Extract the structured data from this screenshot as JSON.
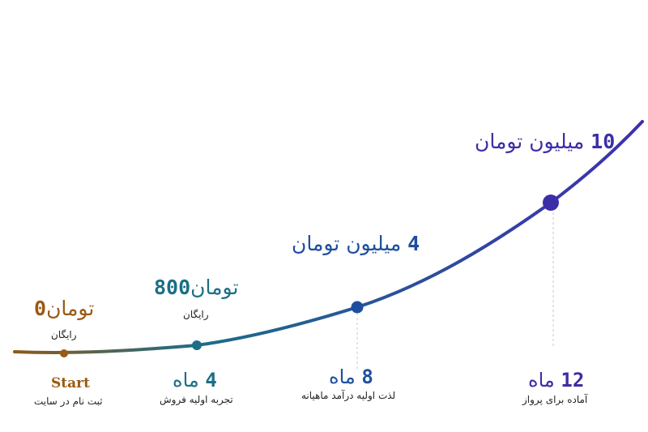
{
  "milestones": [
    {
      "amount_num": "0",
      "amount_unit": "تومان",
      "amount_note": "رایگان",
      "time_label": "Start",
      "time_desc": "ثبت نام در سایت",
      "color": "#9a5a12"
    },
    {
      "amount_num": "800",
      "amount_unit": "تومان",
      "amount_note": "رایگان",
      "time_num": "4",
      "time_unit": "ماه",
      "time_desc": "تجربه اولیه فروش",
      "color": "#1a6f86"
    },
    {
      "amount_num": "4",
      "amount_unit": "میلیون تومان",
      "time_num": "8",
      "time_unit": "ماه",
      "time_desc": "لذت اولیه درآمد ماهیانه",
      "color": "#1e4f9e"
    },
    {
      "amount_num": "10",
      "amount_unit": "میلیون تومان",
      "time_num": "12",
      "time_unit": "ماه",
      "time_desc": "آماده برای پرواز",
      "color": "#3c2ea6"
    }
  ],
  "colors": {
    "curve_start": "#8b5a1c",
    "curve_mid": "#1b6d8a",
    "curve_end": "#3d2fb0",
    "guide": "#c8c8c8"
  }
}
